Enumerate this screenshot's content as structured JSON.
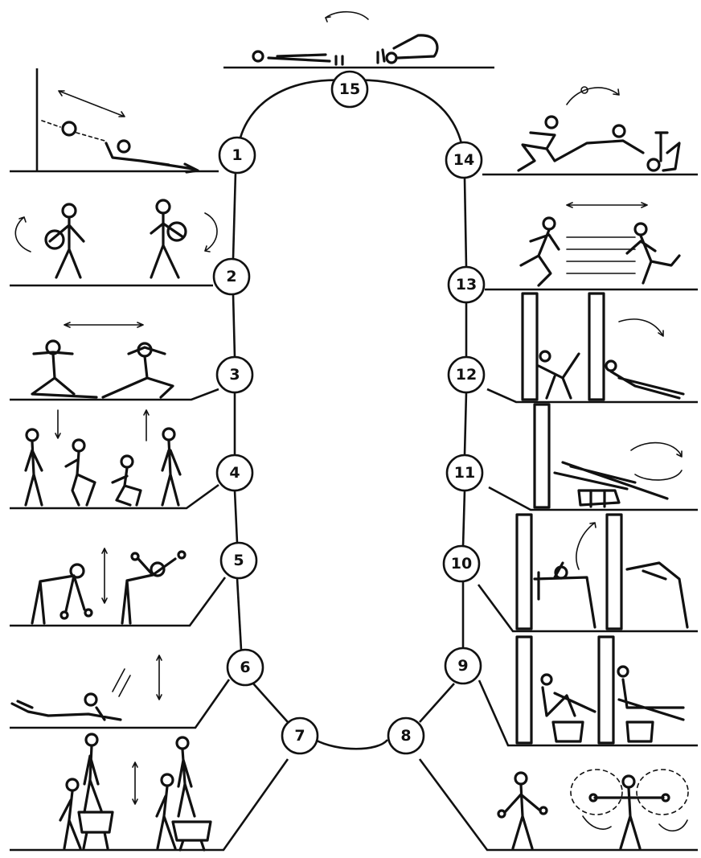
{
  "stations": [
    {
      "label": "1"
    },
    {
      "label": "2"
    },
    {
      "label": "3"
    },
    {
      "label": "4"
    },
    {
      "label": "5"
    },
    {
      "label": "6"
    },
    {
      "label": "7"
    },
    {
      "label": "8"
    },
    {
      "label": "9"
    },
    {
      "label": "10"
    },
    {
      "label": "11"
    },
    {
      "label": "12"
    },
    {
      "label": "13"
    },
    {
      "label": "14"
    },
    {
      "label": "15"
    }
  ],
  "colors": {
    "ink": "#111111",
    "paper": "#ffffff"
  }
}
